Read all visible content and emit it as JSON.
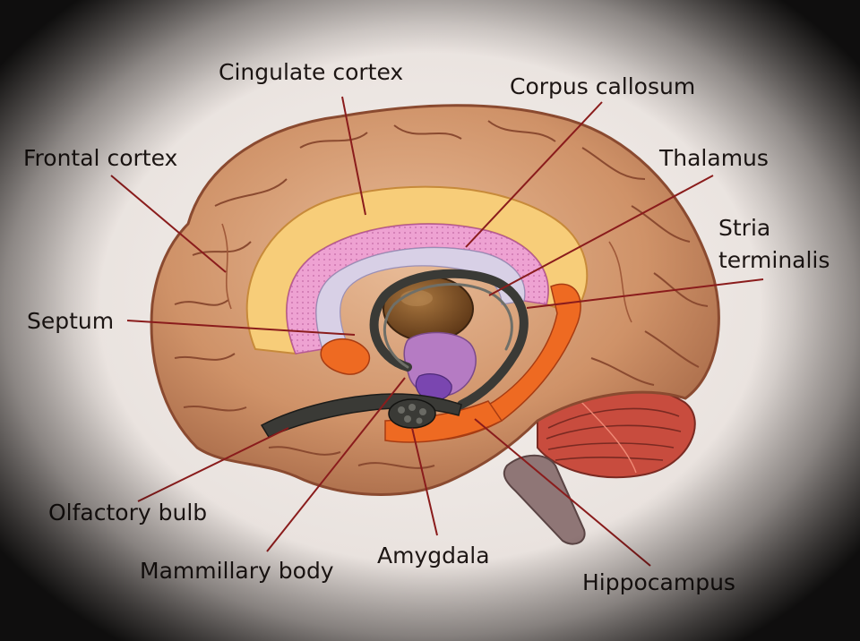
{
  "diagram": {
    "labels": {
      "cingulate_cortex": "Cingulate cortex",
      "corpus_callosum": "Corpus callosum",
      "frontal_cortex": "Frontal cortex",
      "thalamus": "Thalamus",
      "stria_terminalis_1": "Stria",
      "stria_terminalis_2": "terminalis",
      "septum": "Septum",
      "olfactory_bulb": "Olfactory bulb",
      "mammillary_body": "Mammillary body",
      "amygdala": "Amygdala",
      "hippocampus": "Hippocampus"
    },
    "colors": {
      "background": "#ece6e2",
      "cortex": "#c98a64",
      "cortex_light": "#e4b48f",
      "cortex_outline": "#8a4a30",
      "cingulate": "#f7cf78",
      "corpus_callosum": "#ec9fcf",
      "ventricle": "#d6cfe4",
      "thalamus": "#7a4b22",
      "mammillary": "#b478c0",
      "fornix": "#3a3a36",
      "limbic_orange": "#ee6a22",
      "cerebellum": "#c34a3c",
      "brainstem": "#8c7474",
      "leader_line": "#8a1c1c"
    }
  }
}
